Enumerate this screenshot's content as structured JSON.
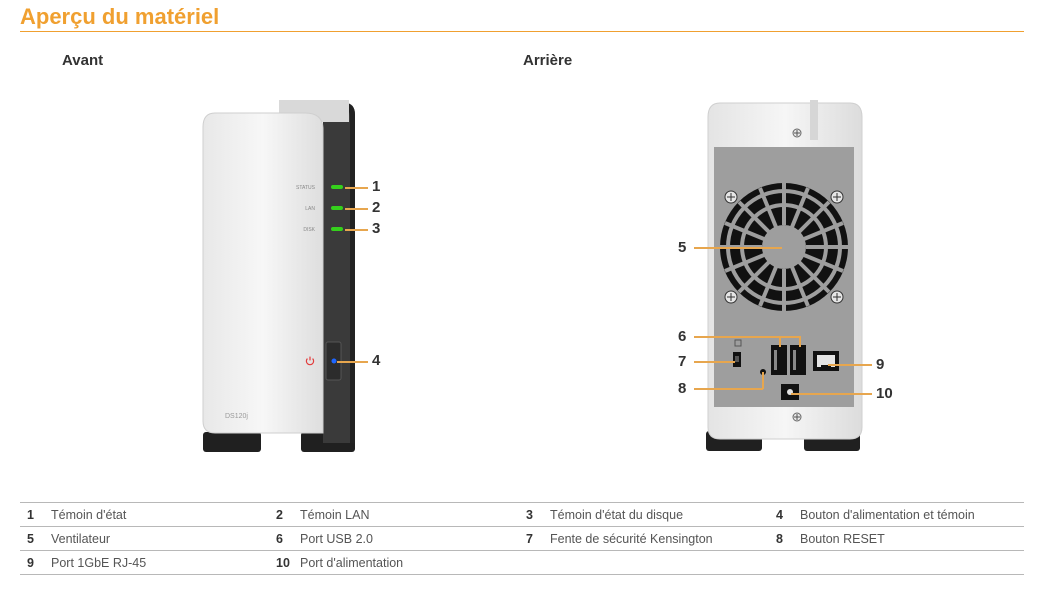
{
  "title": "Aperçu du matériel",
  "front": {
    "label": "Avant",
    "led_labels": [
      "STATUS",
      "LAN",
      "DISK"
    ],
    "model": "DS120j",
    "callouts": [
      "1",
      "2",
      "3",
      "4"
    ]
  },
  "back": {
    "label": "Arrière",
    "callouts": [
      "5",
      "6",
      "7",
      "8",
      "9",
      "10"
    ]
  },
  "legend": [
    [
      {
        "num": "1",
        "text": "Témoin d'état"
      },
      {
        "num": "2",
        "text": "Témoin LAN"
      },
      {
        "num": "3",
        "text": "Témoin d'état du disque"
      },
      {
        "num": "4",
        "text": "Bouton d'alimentation et témoin"
      }
    ],
    [
      {
        "num": "5",
        "text": "Ventilateur"
      },
      {
        "num": "6",
        "text": "Port USB 2.0"
      },
      {
        "num": "7",
        "text": "Fente de sécurité Kensington"
      },
      {
        "num": "8",
        "text": "Bouton RESET"
      }
    ],
    [
      {
        "num": "9",
        "text": "Port 1GbE RJ-45"
      },
      {
        "num": "10",
        "text": "Port d'alimentation"
      },
      {
        "num": "",
        "text": ""
      },
      {
        "num": "",
        "text": ""
      }
    ]
  ],
  "colors": {
    "accent": "#f0a030",
    "led_green": "#35d01c",
    "power_blue": "#1e66ff",
    "power_icon_red": "#e23b3b"
  }
}
